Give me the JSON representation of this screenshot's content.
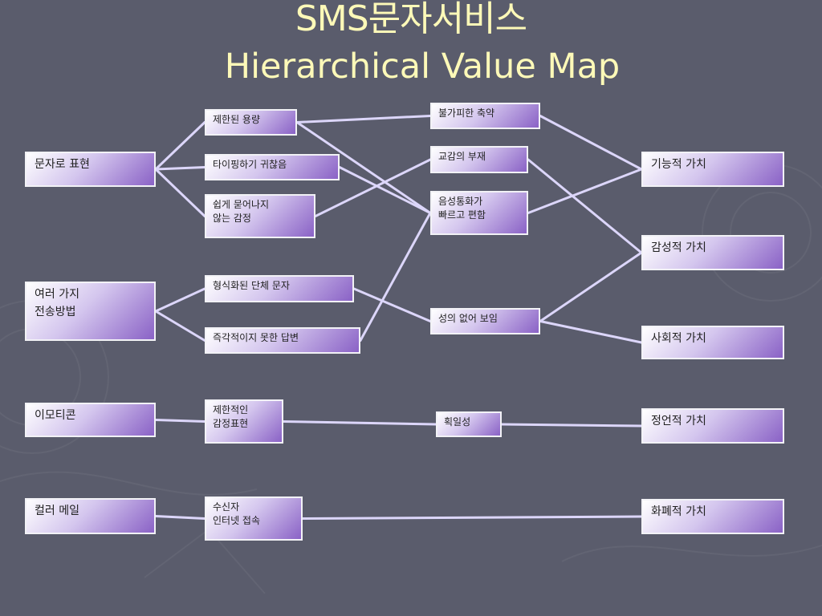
{
  "title": {
    "line1": "SMS문자서비스",
    "line2": "Hierarchical Value Map"
  },
  "attributes": [
    {
      "id": "a1",
      "label": "문자로 표현"
    },
    {
      "id": "a2",
      "label": "여러 가지\n전송방법"
    },
    {
      "id": "a3",
      "label": "이모티콘"
    },
    {
      "id": "a4",
      "label": "컬러 메일"
    }
  ],
  "consequences": [
    {
      "id": "c1",
      "label": "제한된 용량"
    },
    {
      "id": "c2",
      "label": "타이핑하기 귀찮음"
    },
    {
      "id": "c3",
      "label": "쉽게 묻어나지\n않는 감정"
    },
    {
      "id": "c4",
      "label": "형식화된 단체 문자"
    },
    {
      "id": "c5",
      "label": "즉각적이지 못한 답변"
    },
    {
      "id": "c6",
      "label": "제한적인\n감정표현"
    },
    {
      "id": "c7",
      "label": "수신자\n인터넷 접속"
    }
  ],
  "intermediate": [
    {
      "id": "m1",
      "label": "불가피한 축약"
    },
    {
      "id": "m2",
      "label": "교감의 부재"
    },
    {
      "id": "m3",
      "label": "음성통화가\n빠르고 편함"
    },
    {
      "id": "m4",
      "label": "성의 없어 보임"
    },
    {
      "id": "m5",
      "label": "획일성"
    }
  ],
  "values": [
    {
      "id": "v1",
      "label": "기능적 가치"
    },
    {
      "id": "v2",
      "label": "감성적 가치"
    },
    {
      "id": "v3",
      "label": "사회적 가치"
    },
    {
      "id": "v4",
      "label": "정언적 가치"
    },
    {
      "id": "v5",
      "label": "화폐적 가치"
    }
  ],
  "links": [
    [
      "a1",
      "c1"
    ],
    [
      "a1",
      "c2"
    ],
    [
      "a1",
      "c3"
    ],
    [
      "a2",
      "c4"
    ],
    [
      "a2",
      "c5"
    ],
    [
      "a3",
      "c6"
    ],
    [
      "a4",
      "c7"
    ],
    [
      "c1",
      "m1"
    ],
    [
      "c1",
      "m3"
    ],
    [
      "c2",
      "m3"
    ],
    [
      "c3",
      "m2"
    ],
    [
      "c4",
      "m4"
    ],
    [
      "c5",
      "m3"
    ],
    [
      "c6",
      "m5"
    ],
    [
      "c7",
      "v5"
    ],
    [
      "m1",
      "v1"
    ],
    [
      "m2",
      "v2"
    ],
    [
      "m3",
      "v1"
    ],
    [
      "m4",
      "v2"
    ],
    [
      "m4",
      "v3"
    ],
    [
      "m5",
      "v4"
    ]
  ],
  "colors": {
    "background": "#5a5c6c",
    "title": "#fdf9b8",
    "link": "#dcd6fa",
    "node_border": "#f2f2f6",
    "node_gradient_end": "#8a62c6"
  }
}
